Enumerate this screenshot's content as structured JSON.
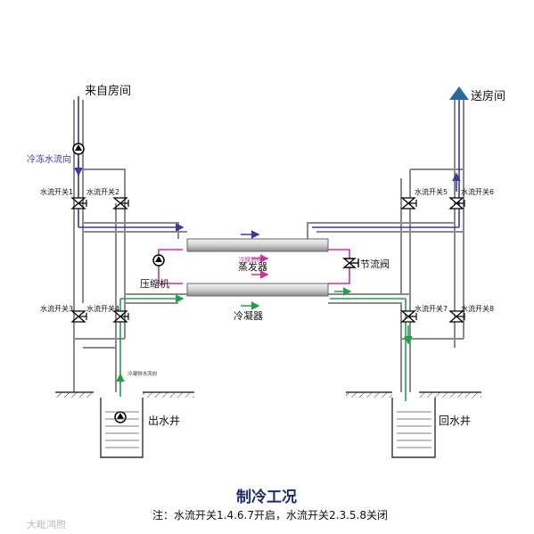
{
  "title": "制冷工况",
  "note": "注：水流开关1.4.6.7开启，水流开关2.3.5.8关闭",
  "watermark": "大毗鸿煦",
  "labels": {
    "from_room": "来自房间",
    "to_room": "送房间",
    "chilled_water_flow": "冷冻水流向",
    "refrigerant_flow": "冷媒流向",
    "condenser_water_flow": "冷凝侧水流向",
    "evaporator": "蒸发器",
    "condenser": "冷凝器",
    "compressor": "压缩机",
    "throttle_valve": "节流阀",
    "outlet_well": "出水井",
    "return_well": "回水井"
  },
  "switches": [
    "水流开关1",
    "水流开关2",
    "水流开关3",
    "水流开关4",
    "水流开关5",
    "水流开关6",
    "水流开关7",
    "水流开关8"
  ],
  "colors": {
    "pipe": "#9a9a9a",
    "chilled": "#3a3aa0",
    "refrigerant": "#cc3399",
    "condenser_water": "#22a04a",
    "title": "#1a2a6a"
  }
}
